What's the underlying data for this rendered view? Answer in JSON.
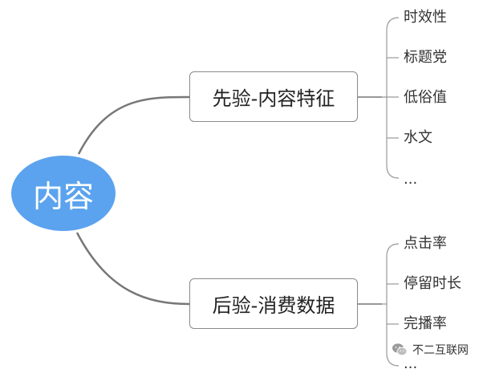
{
  "root": {
    "label": "内容",
    "color": "#5ba3ee"
  },
  "branches": [
    {
      "label": "先验-内容特征",
      "leaves": [
        "时效性",
        "标题党",
        "低俗值",
        "水文",
        "..."
      ]
    },
    {
      "label": "后验-消费数据",
      "leaves": [
        "点击率",
        "停留时长",
        "完播率",
        "..."
      ]
    }
  ],
  "watermark": {
    "label": "不二互联网",
    "icon": "wechat-icon"
  }
}
